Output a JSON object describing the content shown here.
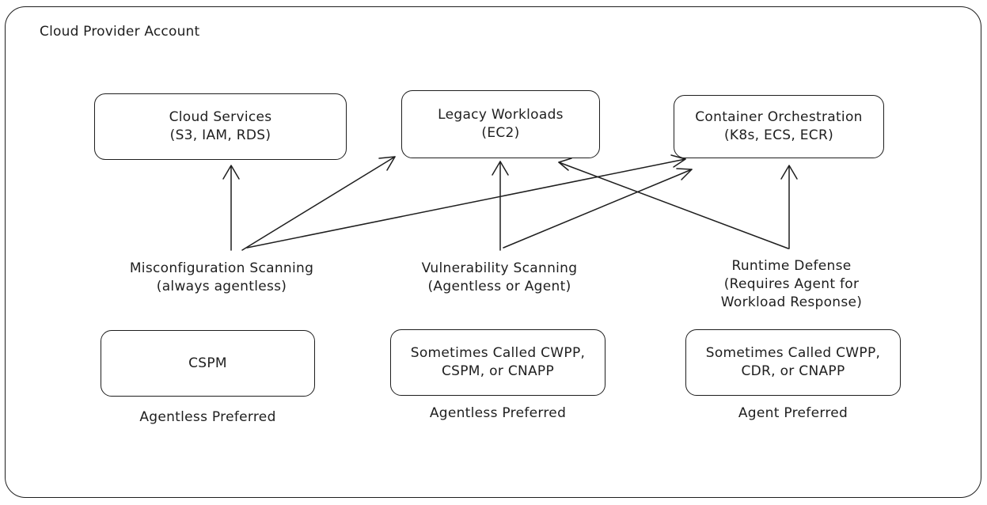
{
  "title": "Cloud Provider Account",
  "targets": [
    {
      "line1": "Cloud Services",
      "line2": "(S3, IAM, RDS)"
    },
    {
      "line1": "Legacy Workloads",
      "line2": "(EC2)"
    },
    {
      "line1": "Container Orchestration",
      "line2": "(K8s, ECS, ECR)"
    }
  ],
  "capabilities": [
    {
      "lines": [
        "Misconfiguration Scanning",
        "(always agentless)"
      ]
    },
    {
      "lines": [
        "Vulnerability Scanning",
        "(Agentless or Agent)"
      ]
    },
    {
      "lines": [
        "Runtime Defense",
        "(Requires Agent for",
        "Workload Response)"
      ]
    }
  ],
  "categories": [
    {
      "lines": [
        "CSPM"
      ],
      "note": "Agentless Preferred"
    },
    {
      "lines": [
        "Sometimes Called CWPP,",
        "CSPM, or CNAPP"
      ],
      "note": "Agentless Preferred"
    },
    {
      "lines": [
        "Sometimes Called CWPP,",
        "CDR, or CNAPP"
      ],
      "note": "Agent Preferred"
    }
  ],
  "connections": [
    {
      "from": "Misconfiguration Scanning",
      "to": "Cloud Services"
    },
    {
      "from": "Misconfiguration Scanning",
      "to": "Legacy Workloads"
    },
    {
      "from": "Misconfiguration Scanning",
      "to": "Container Orchestration"
    },
    {
      "from": "Vulnerability Scanning",
      "to": "Legacy Workloads"
    },
    {
      "from": "Vulnerability Scanning",
      "to": "Container Orchestration"
    },
    {
      "from": "Runtime Defense",
      "to": "Legacy Workloads"
    },
    {
      "from": "Runtime Defense",
      "to": "Container Orchestration"
    }
  ]
}
